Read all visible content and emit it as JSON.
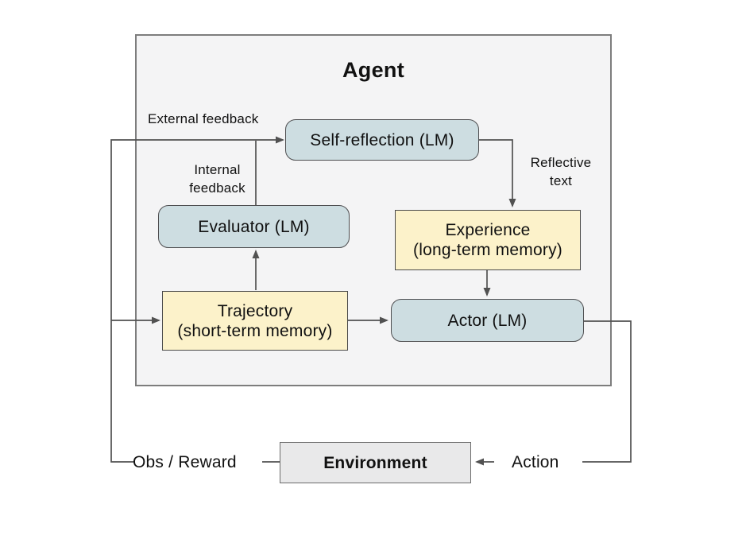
{
  "diagram": {
    "title": "Agent",
    "nodes": {
      "self_reflection": {
        "label": "Self-reflection (LM)",
        "type": "lm"
      },
      "evaluator": {
        "label": "Evaluator (LM)",
        "type": "lm"
      },
      "actor": {
        "label": "Actor (LM)",
        "type": "lm"
      },
      "experience": {
        "label": "Experience",
        "sublabel": "(long-term memory)",
        "type": "memory"
      },
      "trajectory": {
        "label": "Trajectory",
        "sublabel": "(short-term memory)",
        "type": "memory"
      },
      "environment": {
        "label": "Environment",
        "type": "environment"
      }
    },
    "edge_labels": {
      "external_feedback": "External feedback",
      "internal_feedback": "Internal feedback",
      "reflective_text": "Reflective text",
      "obs_reward": "Obs / Reward",
      "action": "Action"
    },
    "edges": [
      "environment -> trajectory (obs / reward)",
      "environment -> self_reflection (external feedback)",
      "evaluator -> self_reflection (internal feedback)",
      "trajectory -> evaluator",
      "self_reflection -> experience (reflective text)",
      "experience -> actor",
      "trajectory -> actor",
      "actor -> environment (action)"
    ],
    "colors": {
      "lm_box_fill": "#cddde1",
      "memory_box_fill": "#fcf2ca",
      "environment_fill": "#e9e9ea",
      "agent_fill": "#f4f4f5",
      "line": "#515151"
    }
  }
}
